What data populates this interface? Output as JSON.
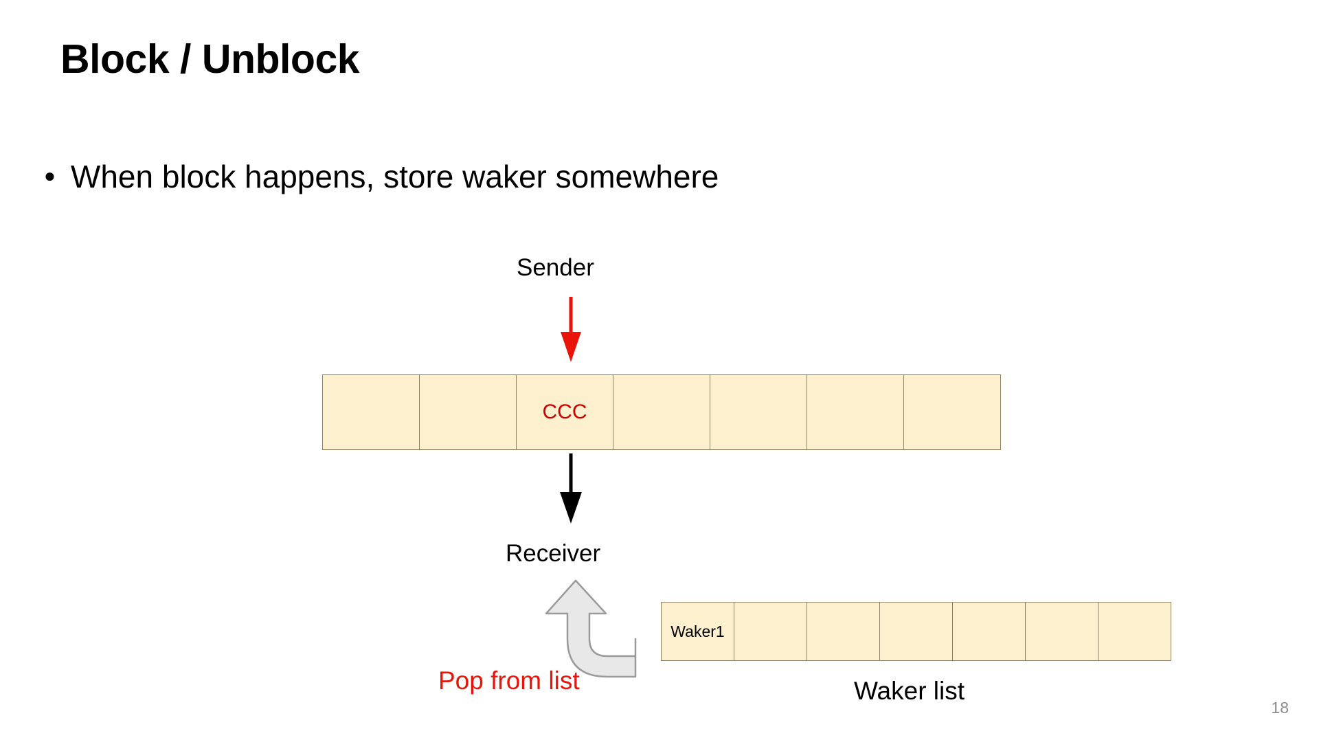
{
  "slide": {
    "title": "Block / Unblock",
    "page_number": "18",
    "bullet_marker": "●",
    "bullets": [
      "When block happens, store waker somewhere"
    ]
  },
  "diagram": {
    "labels": {
      "sender": "Sender",
      "receiver": "Receiver",
      "pop_from_list": "Pop from list",
      "waker_list": "Waker list"
    },
    "channel_buffer": {
      "cell_count": 7,
      "cells": [
        "",
        "",
        "CCC",
        "",
        "",
        "",
        ""
      ],
      "filled_index": 2,
      "fill_color": "#fdf0ce",
      "border_color": "#8c8162",
      "value_color": "#cc0000"
    },
    "waker_list": {
      "cell_count": 7,
      "cells": [
        "Waker1",
        "",
        "",
        "",
        "",
        "",
        ""
      ],
      "filled_index": 0,
      "fill_color": "#fdf0ce",
      "border_color": "#8c8162",
      "value_color": "#000000"
    },
    "arrows": {
      "sender_to_buffer": {
        "color": "#e8140a",
        "direction": "down"
      },
      "buffer_to_receiver": {
        "color": "#000000",
        "direction": "down"
      },
      "pop_curved": {
        "fill": "#e8e8e8",
        "stroke": "#9a9a9a",
        "direction": "up-left-curve"
      }
    }
  },
  "colors": {
    "red": "#e8140a",
    "cell_fill": "#fdf0ce",
    "cell_border": "#8c8162",
    "gray_arrow_fill": "#e8e8e8",
    "gray_arrow_stroke": "#9a9a9a",
    "page_number": "#8d8d8d"
  }
}
